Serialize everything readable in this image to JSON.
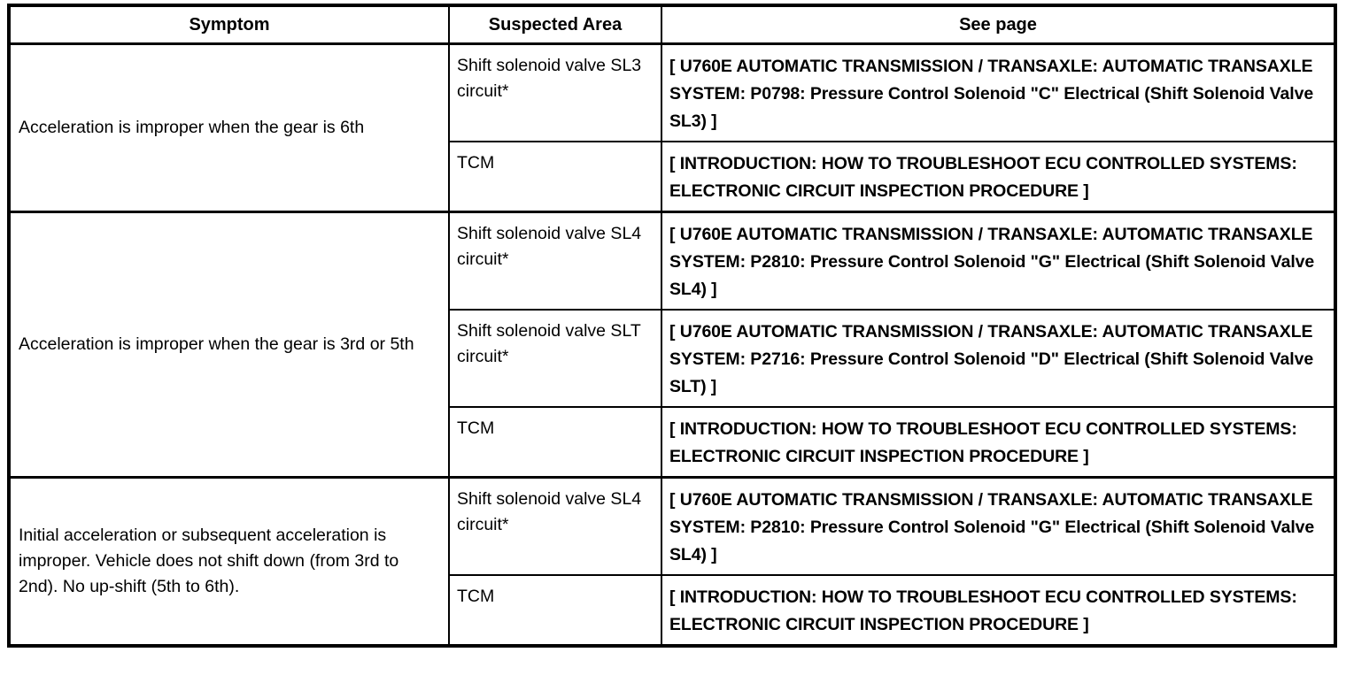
{
  "table": {
    "headers": {
      "symptom": "Symptom",
      "suspected_area": "Suspected Area",
      "see_page": "See page"
    },
    "sections": [
      {
        "symptom": "Acceleration is improper when the gear is 6th",
        "rows": [
          {
            "suspected_area": "Shift solenoid valve SL3 circuit*",
            "see_page": "[ U760E AUTOMATIC TRANSMISSION / TRANSAXLE: AUTOMATIC TRANSAXLE SYSTEM: P0798: Pressure Control Solenoid \"C\" Electrical (Shift Solenoid Valve SL3) ]"
          },
          {
            "suspected_area": "TCM",
            "see_page": "[ INTRODUCTION: HOW TO TROUBLESHOOT ECU CONTROLLED SYSTEMS: ELECTRONIC CIRCUIT INSPECTION PROCEDURE ]"
          }
        ]
      },
      {
        "symptom": "Acceleration is improper when the gear is 3rd or 5th",
        "rows": [
          {
            "suspected_area": "Shift solenoid valve SL4 circuit*",
            "see_page": "[ U760E AUTOMATIC TRANSMISSION / TRANSAXLE: AUTOMATIC TRANSAXLE SYSTEM: P2810: Pressure Control Solenoid \"G\" Electrical (Shift Solenoid Valve SL4) ]"
          },
          {
            "suspected_area": "Shift solenoid valve SLT circuit*",
            "see_page": "[ U760E AUTOMATIC TRANSMISSION / TRANSAXLE: AUTOMATIC TRANSAXLE SYSTEM: P2716: Pressure Control Solenoid \"D\" Electrical (Shift Solenoid Valve SLT) ]"
          },
          {
            "suspected_area": "TCM",
            "see_page": "[ INTRODUCTION: HOW TO TROUBLESHOOT ECU CONTROLLED SYSTEMS: ELECTRONIC CIRCUIT INSPECTION PROCEDURE ]"
          }
        ]
      },
      {
        "symptom": "Initial acceleration or subsequent acceleration is improper. Vehicle does not shift down (from 3rd to 2nd). No up-shift (5th to 6th).",
        "rows": [
          {
            "suspected_area": "Shift solenoid valve SL4 circuit*",
            "see_page": "[ U760E AUTOMATIC TRANSMISSION / TRANSAXLE: AUTOMATIC TRANSAXLE SYSTEM: P2810: Pressure Control Solenoid \"G\" Electrical (Shift Solenoid Valve SL4) ]"
          },
          {
            "suspected_area": "TCM",
            "see_page": "[ INTRODUCTION: HOW TO TROUBLESHOOT ECU CONTROLLED SYSTEMS: ELECTRONIC CIRCUIT INSPECTION PROCEDURE ]"
          }
        ]
      }
    ]
  },
  "colors": {
    "border": "#000000",
    "text": "#000000",
    "background": "#ffffff"
  }
}
